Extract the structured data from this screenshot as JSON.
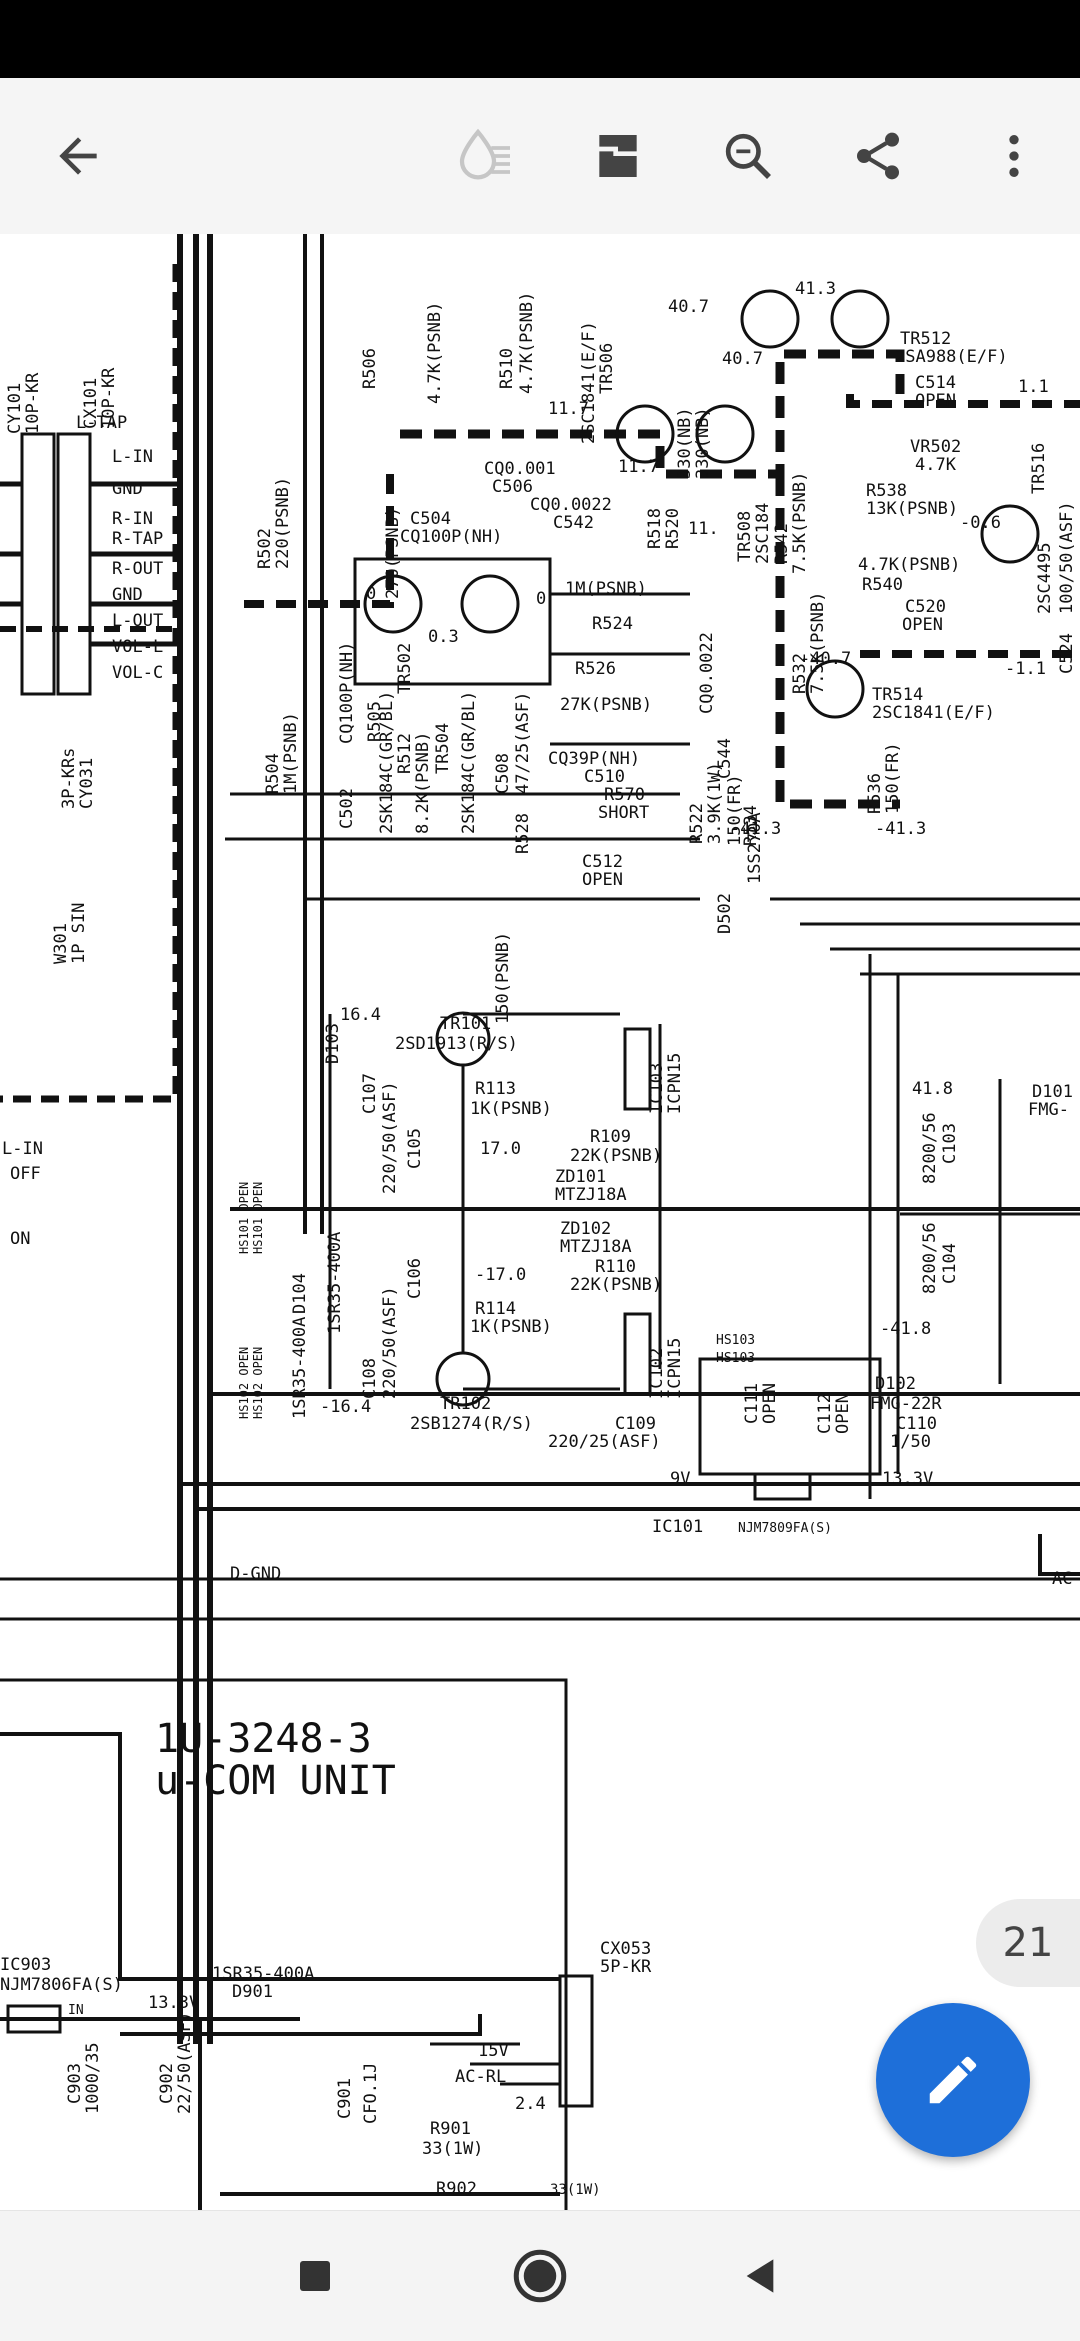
{
  "toolbar": {
    "back_icon": "arrow-left-icon",
    "ink_icon": "ink-drop-icon",
    "layout_icon": "page-layout-icon",
    "search_icon": "zoom-search-icon",
    "share_icon": "share-icon",
    "more_icon": "more-vert-icon"
  },
  "schematic": {
    "unit_code": "1U-3248-3",
    "unit_name": "u-COM UNIT",
    "labels": {
      "tr101": "TR101",
      "tr101_part": "2SD1913(R/S)",
      "tr102": "TR102",
      "tr102_part": "2SB1274(R/S)",
      "r113": "R113",
      "r113_val": "1K(PSNB)",
      "r114": "R114",
      "r114_val": "1K(PSNB)",
      "r109": "R109",
      "r109_val": "22K(PSNB)",
      "r110": "R110",
      "r110_val": "22K(PSNB)",
      "zd101": "ZD101",
      "zd101_part": "MTZJ18A",
      "zd102": "ZD102",
      "zd102_part": "MTZJ18A",
      "v_pos17": "17.0",
      "v_neg17": "-17.0",
      "v_pos164": "16.4",
      "v_neg164": "-16.4",
      "v_pos418": "41.8",
      "v_neg418": "-41.8",
      "v_neg413a": "-41.3",
      "v_neg413b": "-41.3",
      "v_407a": "40.7",
      "v_407b": "40.7",
      "v_413": "41.3",
      "v_117a": "11.7",
      "v_117b": "11.7",
      "v_11": "1.1",
      "v_neg06": "-0.6",
      "v_neg11": "-1.1",
      "v_neg407": "-40.7",
      "v_03": "0.3",
      "v_0a": "0",
      "v_0b": "0",
      "c107": "C107",
      "c107_val": "220/50(ASF)",
      "c108": "C108",
      "c108_val": "220/50(ASF)",
      "c105": "C105",
      "c106": "C106",
      "c103": "C103",
      "c103_val": "8200/56",
      "c104": "C104",
      "c104_val": "8200/56",
      "d103": "D103",
      "d103_part": "1SR35-400A",
      "d104": "D104",
      "d104_part": "1SR35-400A",
      "d101": "D101",
      "d101_part": "FMG-",
      "d102": "D102",
      "d102_part": "FMG-22R",
      "c109": "C109",
      "c109_val": "220/25(ASF)",
      "c110": "C110",
      "c110_val": "1/50",
      "c111": "C111",
      "c111_val": "OPEN",
      "c112": "C112",
      "c112_val": "OPEN",
      "ic101": "IC101",
      "ic101_part": "NJM7809FA(S)",
      "v_9v": "9V",
      "v_133": "13.3V",
      "v_133b": "13.3V",
      "ic103": "IC103",
      "ic103_part": "ICPN15",
      "ic102": "IC102",
      "ic102_part": "ICPN15",
      "hs103a": "HS103",
      "hs103b": "HS103",
      "d_gnd": "D-GND",
      "tr512": "TR512",
      "tr512_part": "2SA988(E/F)",
      "c514": "C514",
      "c514_val": "OPEN",
      "vr502": "VR502",
      "vr502_val": "4.7K",
      "r538": "R538",
      "r538_val": "13K(PSNB)",
      "r540_val": "4.7K(PSNB)",
      "r540": "R540",
      "c520": "C520",
      "c520_val": "OPEN",
      "tr514": "TR514",
      "tr514_part": "2SC1841(E/F)",
      "tr516": "TR516",
      "tr516_part": "2SC4495",
      "r536": "R536",
      "r536_val": "150(FR)",
      "c524": "C524",
      "c524_val": "100/50(ASF)",
      "c504": "C504",
      "c504_val": "CQ100P(NH)",
      "c506": "C506",
      "c506_val": "CQ0.001",
      "c542": "C542",
      "c542_val": "CQ0.0022",
      "r506": "R506",
      "r506_val": "4.7K(PSNB)",
      "r510": "R510",
      "r510_val": "4.7K(PSNB)",
      "tr506": "TR506",
      "tr506_part": "2SC1841(E/F)",
      "r505": "R505",
      "r505_val": "270(PSNB)",
      "r502": "R502",
      "r502_val": "220(PSNB)",
      "r504": "R504",
      "r504_val": "1M(PSNB)",
      "c502": "C502",
      "c502_val": "CQ100P(NH)",
      "tr502": "TR502",
      "tr502_part": "2SK184C(GR/BL)",
      "r512": "R512",
      "r512_val": "8.2K(PSNB)",
      "tr504": "TR504",
      "tr504_part": "2SK184C(GR/BL)",
      "c508": "C508",
      "c508_val": "47/25(ASF)",
      "r528": "R528",
      "r528_val": "150(PSNB)",
      "r524_val": "1M(PSNB)",
      "r524": "R524",
      "r526": "R526",
      "r526_val": "27K(PSNB)",
      "c510_val": "CQ39P(NH)",
      "c510": "C510",
      "r570": "R570",
      "r570_val": "SHORT",
      "c512": "C512",
      "c512_val": "OPEN",
      "r522": "R522",
      "r522_val": "3.9K(1W)",
      "r534": "R534",
      "r534_val": "150(FR)",
      "c544": "C544",
      "c544_val": "CQ0.0022",
      "d502": "D502",
      "d502_part": "1SS270A",
      "r518": "R518",
      "r518_val": "330(NB)",
      "r520": "R520",
      "r520_val": "330(NB)",
      "v_11b": "11.",
      "tr508": "TR508",
      "tr508_part": "2SC184",
      "r542": "R542",
      "r542_val": "7.5K(PSNB)",
      "r532": "R532",
      "r532_val": "7.5K(PSNB)",
      "cy101": "CY101",
      "cy101_val": "10P-KR",
      "cx101": "CX101",
      "cx101_val": "10P-KR",
      "l_tap": "L-TAP",
      "l_in": "L-IN",
      "gnd1": "GND",
      "r_in": "R-IN",
      "r_tap": "R-TAP",
      "r_out": "R-OUT",
      "gnd2": "GND",
      "l_out": "L-OUT",
      "vol_l": "VOL-L",
      "vol_c": "VOL-C",
      "cy031": "CY031",
      "cy031_val": "3P-KRs",
      "w301": "W301",
      "w301_val": "1P SIN",
      "l_in_sw": "L-IN",
      "off": "OFF",
      "on": "ON",
      "ic903": "IC903",
      "ic903_part": "NJM7806FA(S)",
      "in_pin": "IN",
      "d901": "D901",
      "d901_part": "1SR35-400A",
      "c903": "C903",
      "c903_val": "1000/35",
      "c902": "C902",
      "c902_val": "22/50(ASF)",
      "c901": "C901",
      "c901_val": "CFO.1J",
      "cx053": "CX053",
      "cx053_val": "5P-KR",
      "v_15v": "15V",
      "ac_rl": "AC-RL",
      "v_24": "2.4",
      "r901": "R901",
      "r901_val": "33(1W)",
      "r902": "R902",
      "r902_val": "33(1W)",
      "hs_open1": "HS101 OPEN",
      "hs_open2": "HS101 OPEN",
      "hs_open3": "HS102 OPEN",
      "hs_open4": "HS102 OPEN",
      "ac": "AC"
    }
  },
  "page_badge": "21",
  "fab": {
    "icon": "edit-pencil-icon"
  },
  "navbar": {
    "recents_icon": "square-recents-icon",
    "home_icon": "circle-home-icon",
    "back_icon": "triangle-back-icon"
  },
  "colors": {
    "toolbar_bg": "#f5f5f5",
    "fab_bg": "#1e6fd9",
    "status_bar": "#000000"
  }
}
